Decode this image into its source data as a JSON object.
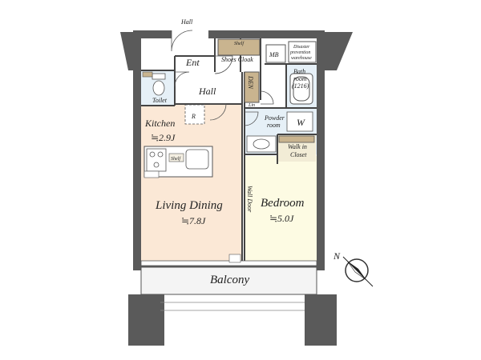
{
  "rooms": {
    "hall_top": "Hall",
    "ent": "Ent",
    "shoes_shelf": "Shelf",
    "shoes_cloak": "Shoes Cloak",
    "mb": "MB",
    "disaster_line1": "Disaster",
    "disaster_line2": "prevention",
    "disaster_line3": "warehouse",
    "bath_line1": "Bath",
    "bath_line2": "room",
    "bath_line3": "(1216)",
    "den": "DEN",
    "hall_mid": "Hall",
    "toilet": "Toilet",
    "r": "R",
    "lin": "Lin",
    "powder_line1": "Powder",
    "powder_line2": "room",
    "w": "W",
    "kitchen": "Kitchen",
    "kitchen_size": "≒2.9J",
    "kitchen_shelf": "Shelf",
    "walkin_line1": "Walk in",
    "walkin_line2": "Closet",
    "living": "Living Dining",
    "living_size": "≒7.8J",
    "wall_door": "Wall Door",
    "bedroom": "Bedroom",
    "bedroom_size": "≒5.0J",
    "balcony": "Balcony",
    "compass_n": "N"
  },
  "colors": {
    "wall": "#5a5a5a",
    "living_floor": "#fbe8d6",
    "bedroom_floor": "#fdfbe3",
    "wet_floor": "#e6f0f7",
    "cloak_fill": "#c9b48f",
    "balcony_fill": "#f4f4f4"
  },
  "icons": [
    "toilet-icon",
    "bathtub-icon",
    "sink-icon",
    "stove-icon",
    "kitchen-sink-icon",
    "compass-icon",
    "door-swing-icon"
  ]
}
